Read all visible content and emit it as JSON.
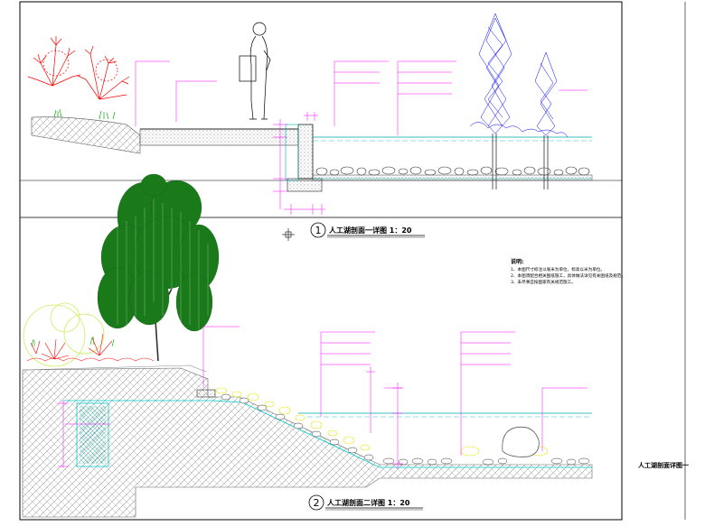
{
  "sections": [
    {
      "number": "1",
      "title": "人工湖剖面一详图 1：20"
    },
    {
      "number": "2",
      "title": "人工湖剖面二详图 1：20"
    }
  ],
  "notes": {
    "heading": "说明:",
    "lines": [
      "1、本图尺寸标注以毫米为单位，标高以米为单位。",
      "2、本图须配合相关图纸施工，具体做法详见有关图纸及规范。",
      "3、未尽事宜按国家有关规范施工。"
    ]
  },
  "sheet_title": "人工湖剖面详图一",
  "colors": {
    "frame": "#000000",
    "dimension": "#ff00ff",
    "water": "#00aaaa",
    "plant_red": "#ff0000",
    "plant_green": "#00aa00",
    "fountain": "#0000ff",
    "hatch": "#666666",
    "structure_cyan": "#00cccc",
    "stone_yellow": "#e6e600"
  }
}
